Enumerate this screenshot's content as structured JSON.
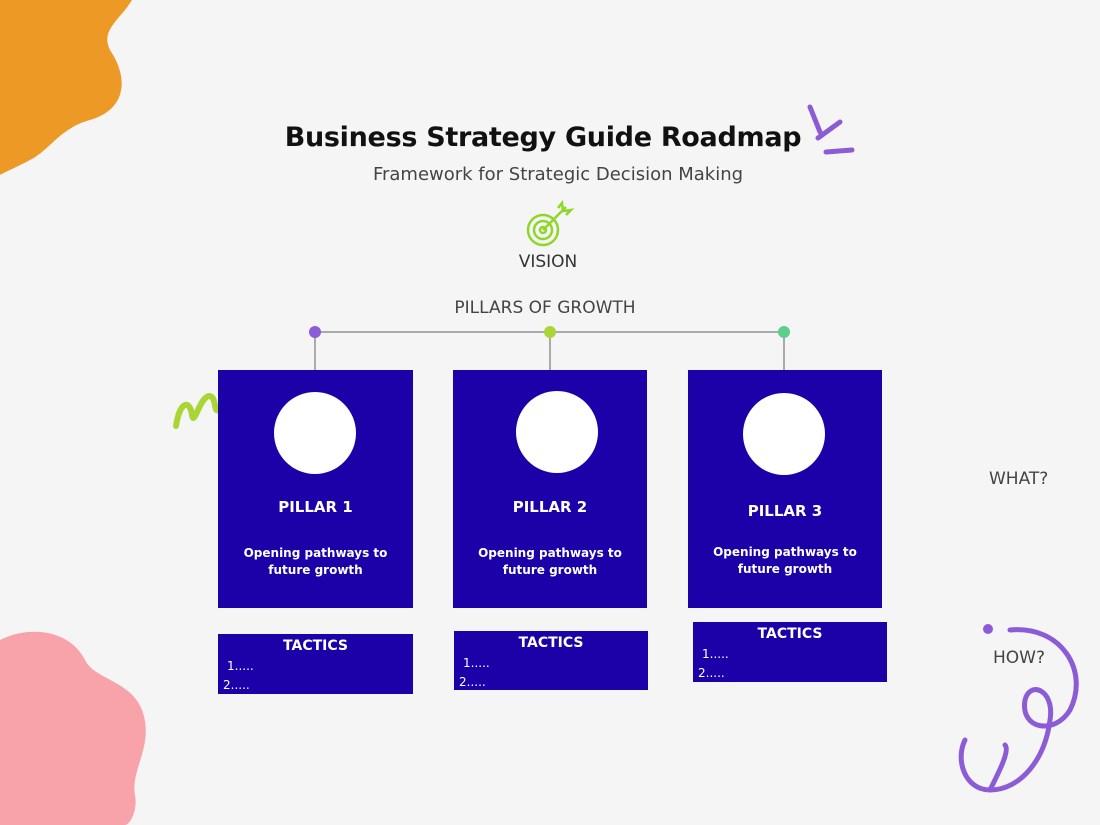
{
  "title": "Business Strategy Guide Roadmap",
  "subtitle": "Framework for Strategic Decision Making",
  "vision": {
    "label": "VISION",
    "icon": "target-arrow-icon"
  },
  "pillars_heading": "PILLARS OF GROWTH",
  "colors": {
    "box": "#1c00a8",
    "dot1": "#8c5bd6",
    "dot2": "#a9d635",
    "dot3": "#5ccf8a",
    "orange_blob": "#ec9a25",
    "pink_blob": "#f8a3aa",
    "squiggle_purple": "#8c5bd6",
    "squiggle_green": "#a9d635"
  },
  "pillars": [
    {
      "name": "PILLAR 1",
      "description": "Opening pathways to future growth",
      "tactics_title": "TACTICS",
      "tactics": [
        "1.....",
        "2....."
      ]
    },
    {
      "name": "PILLAR 2",
      "description": "Opening pathways to future growth",
      "tactics_title": "TACTICS",
      "tactics": [
        "1.....",
        "2....."
      ]
    },
    {
      "name": "PILLAR 3",
      "description": "Opening pathways to future growth",
      "tactics_title": "TACTICS",
      "tactics": [
        "1.....",
        "2....."
      ]
    }
  ],
  "side_labels": {
    "what": "WHAT?",
    "how": "HOW?"
  }
}
